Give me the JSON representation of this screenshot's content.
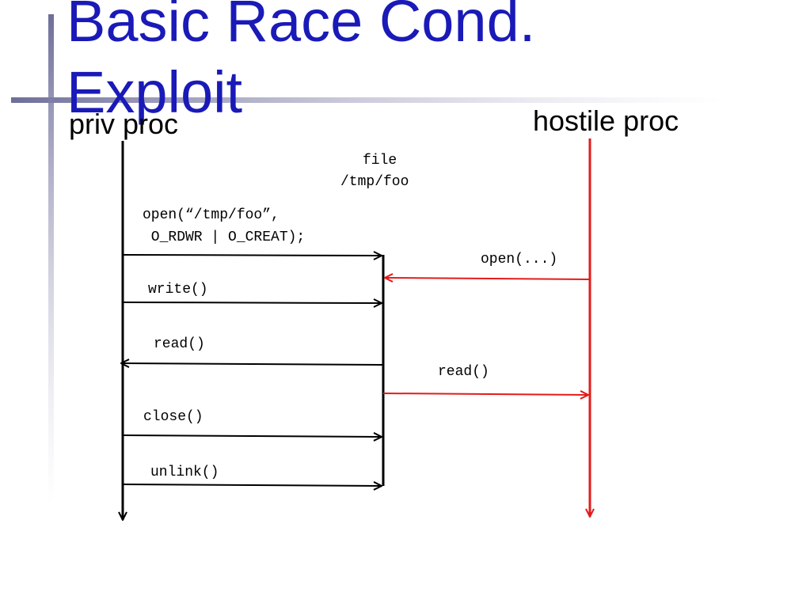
{
  "slide": {
    "title_line1": "Basic Race Cond.",
    "title_line2": "Exploit"
  },
  "processes": {
    "priv": "priv proc",
    "hostile": "hostile proc"
  },
  "file": {
    "label_line1": "file",
    "label_line2": "/tmp/foo"
  },
  "calls": {
    "open_line1": "open(“/tmp/foo”,",
    "open_line2": " O_RDWR | O_CREAT);",
    "write": "write()",
    "read": "read()",
    "close": "close()",
    "unlink": "unlink()",
    "hostile_open": "open(...)",
    "hostile_read": "read()"
  },
  "colors": {
    "title": "#1a1ab8",
    "hostile": "#e31b1b",
    "priv": "#000000"
  }
}
